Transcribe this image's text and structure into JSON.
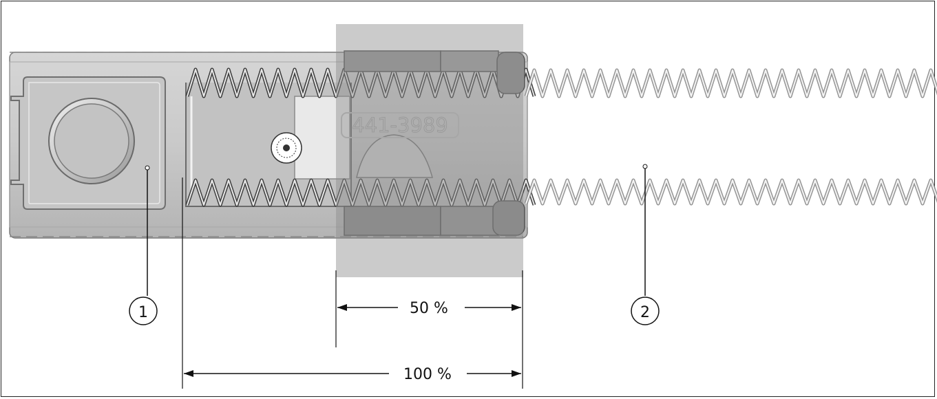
{
  "part_number": "441-3989",
  "callouts": [
    {
      "number": "1"
    },
    {
      "number": "2"
    }
  ],
  "dimensions": {
    "half_label": "50 %",
    "full_label": "100 %"
  }
}
